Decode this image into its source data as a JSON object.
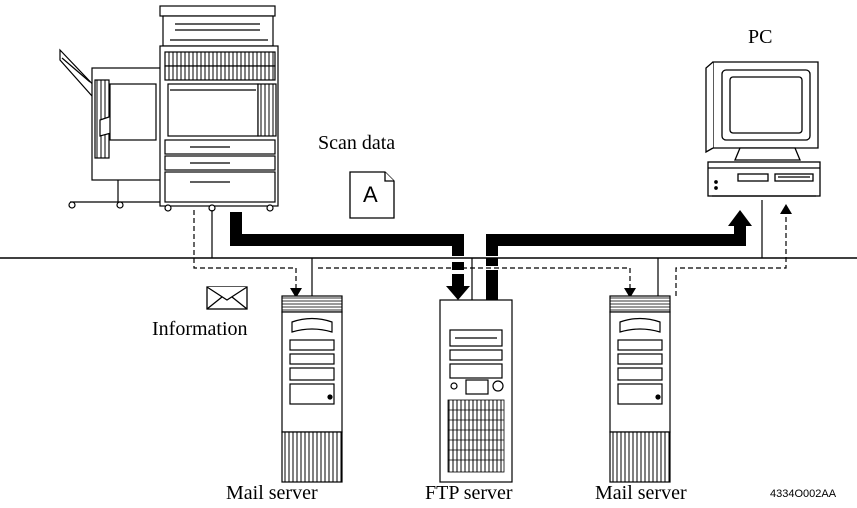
{
  "labels": {
    "pc": "PC",
    "scan_data": "Scan data",
    "document_letter": "A",
    "information": "Information",
    "mail_server_left": "Mail server",
    "ftp_server": "FTP server",
    "mail_server_right": "Mail server",
    "figure_code": "4334O002AA"
  },
  "icons": {
    "copier": "copier-with-finisher-icon",
    "pc": "desktop-pc-icon",
    "document": "document-icon",
    "envelope": "envelope-icon",
    "server": "tower-server-icon"
  },
  "colors": {
    "line": "#000000",
    "background": "#ffffff"
  }
}
